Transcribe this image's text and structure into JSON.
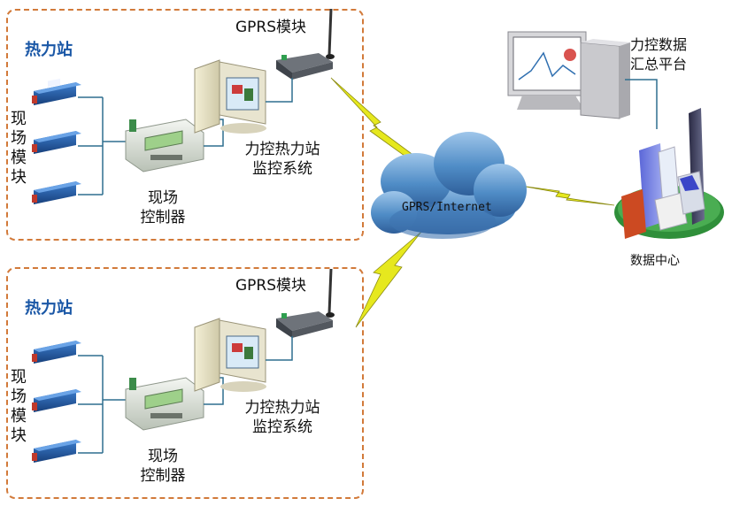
{
  "stations": [
    {
      "title": "热力站",
      "gprs_module_label": "GPRS模块",
      "field_module_chars": [
        "现",
        "场",
        "模",
        "块"
      ],
      "controller_line1": "现场",
      "controller_line2": "控制器",
      "monitor_line1": "力控热力站",
      "monitor_line2": "监控系统"
    },
    {
      "title": "热力站",
      "gprs_module_label": "GPRS模块",
      "field_module_chars": [
        "现",
        "场",
        "模",
        "块"
      ],
      "controller_line1": "现场",
      "controller_line2": "控制器",
      "monitor_line1": "力控热力站",
      "monitor_line2": "监控系统"
    }
  ],
  "cloud_label": "GPRS/Internet",
  "platform_line1": "力控数据",
  "platform_line2": "汇总平台",
  "datacenter_label": "数据中心",
  "colors": {
    "dash_border": "#d27a3a",
    "title_blue": "#1a57a6",
    "cloud": "#5b8fc4",
    "lightning": "#e6e81e",
    "connector": "#2f6f8f"
  }
}
